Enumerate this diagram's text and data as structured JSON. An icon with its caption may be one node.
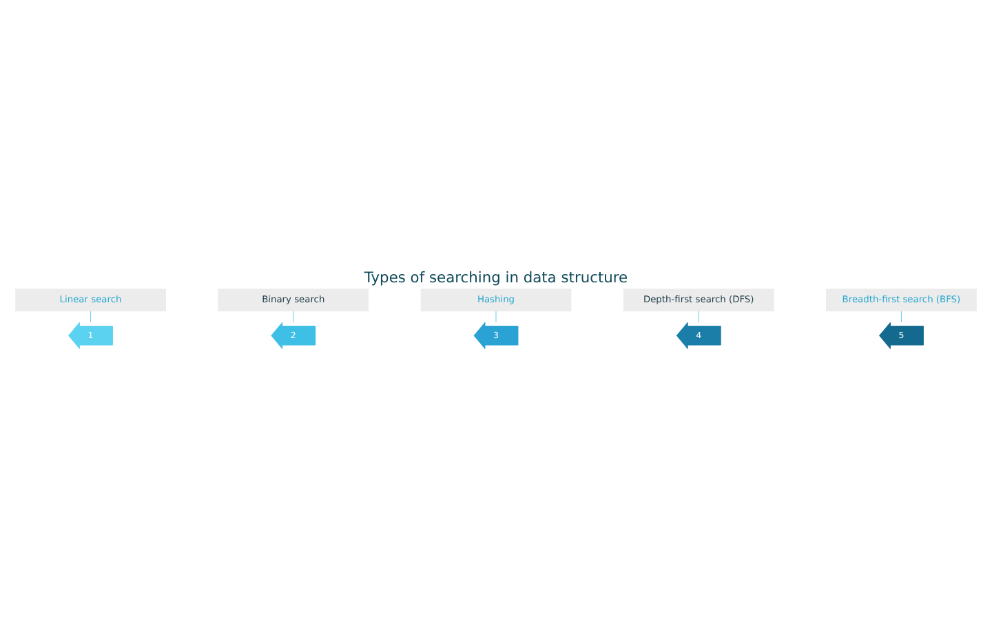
{
  "diagram": {
    "title": "Types of searching in data structure",
    "nodes": [
      {
        "text": [
          "1"
        ]
      },
      {
        "text": [
          "2"
        ]
      },
      {
        "text": [
          "3"
        ]
      },
      {
        "text": [
          "4"
        ]
      },
      {
        "text": [
          "5"
        ]
      },
      {
        "text": [
          "Linear search"
        ]
      },
      {
        "text": [
          "Binary search"
        ]
      },
      {
        "text": [
          "Hashing"
        ]
      },
      {
        "text": [
          "Depth-first search (DFS)"
        ]
      },
      {
        "text": [
          "Breadth-first search (BFS)"
        ]
      }
    ],
    "edges": [
      {
        "from": 5,
        "to": 0,
        "arrow": "none"
      },
      {
        "from": 6,
        "to": 1,
        "arrow": "none"
      },
      {
        "from": 7,
        "to": 2,
        "arrow": "none"
      },
      {
        "from": 8,
        "to": 3,
        "arrow": "none"
      },
      {
        "from": 9,
        "to": 4,
        "arrow": "none"
      }
    ]
  }
}
